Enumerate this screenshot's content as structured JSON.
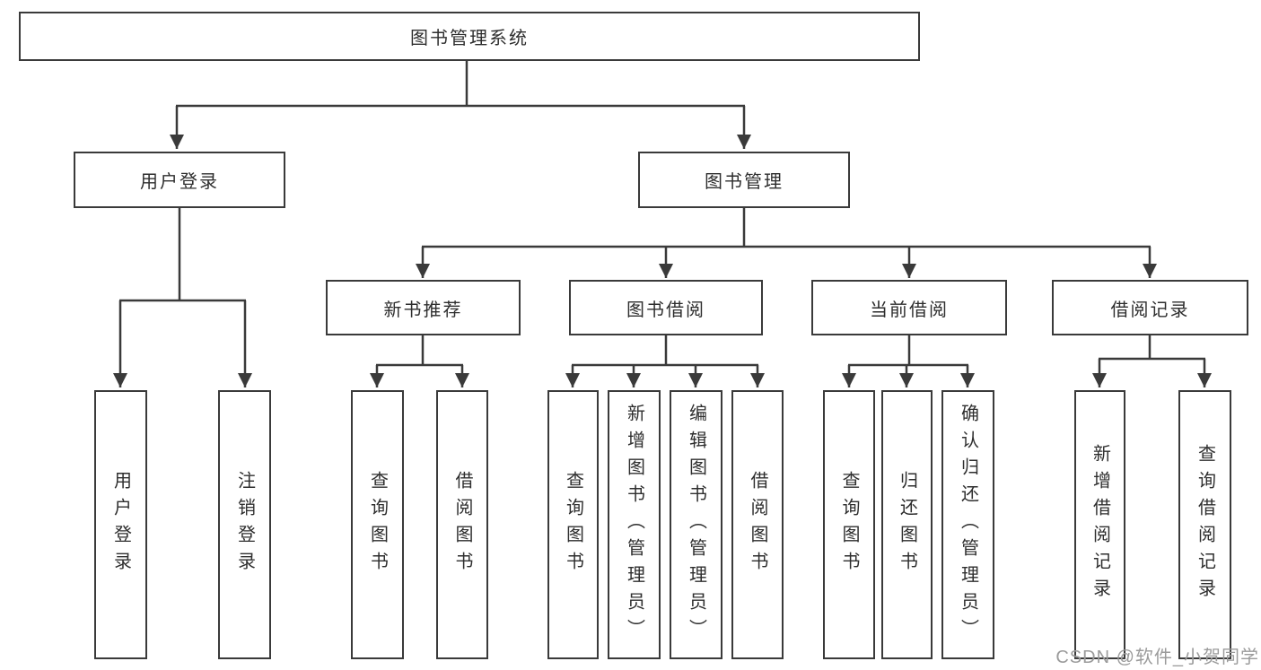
{
  "diagram": {
    "type": "tree",
    "nodes": [
      {
        "id": "root",
        "label": "图书管理系统",
        "parent": null
      },
      {
        "id": "user-login",
        "label": "用户登录",
        "parent": "root"
      },
      {
        "id": "book-mgmt",
        "label": "图书管理",
        "parent": "root"
      },
      {
        "id": "new-book-rec",
        "label": "新书推荐",
        "parent": "book-mgmt"
      },
      {
        "id": "book-borrow",
        "label": "图书借阅",
        "parent": "book-mgmt"
      },
      {
        "id": "current-borrow",
        "label": "当前借阅",
        "parent": "book-mgmt"
      },
      {
        "id": "borrow-records",
        "label": "借阅记录",
        "parent": "book-mgmt"
      },
      {
        "id": "leaf-user-login",
        "label": "用户登录",
        "parent": "user-login"
      },
      {
        "id": "leaf-logout",
        "label": "注销登录",
        "parent": "user-login"
      },
      {
        "id": "leaf-query-book-1",
        "label": "查询图书",
        "parent": "new-book-rec"
      },
      {
        "id": "leaf-borrow-book-1",
        "label": "借阅图书",
        "parent": "new-book-rec"
      },
      {
        "id": "leaf-query-book-2",
        "label": "查询图书",
        "parent": "book-borrow"
      },
      {
        "id": "leaf-add-book",
        "label": "新增图书（管理员）",
        "parent": "book-borrow"
      },
      {
        "id": "leaf-edit-book",
        "label": "编辑图书（管理员）",
        "parent": "book-borrow"
      },
      {
        "id": "leaf-borrow-book-2",
        "label": "借阅图书",
        "parent": "book-borrow"
      },
      {
        "id": "leaf-query-book-3",
        "label": "查询图书",
        "parent": "current-borrow"
      },
      {
        "id": "leaf-return-book",
        "label": "归还图书",
        "parent": "current-borrow"
      },
      {
        "id": "leaf-confirm-ret",
        "label": "确认归还（管理员）",
        "parent": "current-borrow"
      },
      {
        "id": "leaf-add-record",
        "label": "新增借阅记录",
        "parent": "borrow-records"
      },
      {
        "id": "leaf-query-record",
        "label": "查询借阅记录",
        "parent": "borrow-records"
      }
    ]
  },
  "watermark": {
    "text": "CSDN @软件_小贺同学"
  },
  "colors": {
    "line": "#3a3a3a",
    "border": "#3a3a3a",
    "fill": "#ffffff",
    "text": "#2e2e2e",
    "watermark": "#9b9b9b",
    "background": "#ffffff"
  }
}
